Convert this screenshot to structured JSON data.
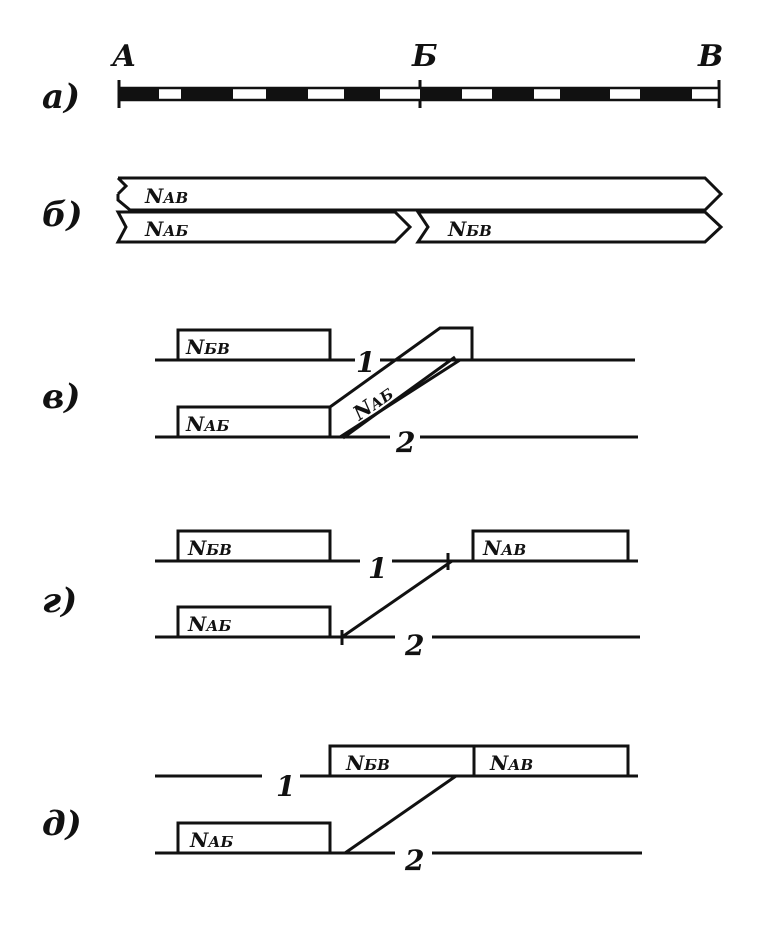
{
  "rows": {
    "a": "а)",
    "b": "б)",
    "v": "в)",
    "g": "г)",
    "d": "д)"
  },
  "points": {
    "A": "А",
    "B": "Б",
    "V": "В"
  },
  "labels": {
    "N_AV": "N",
    "N_AV_sub": "АВ",
    "N_AB": "N",
    "N_AB_sub": "АБ",
    "N_BV": "N",
    "N_BV_sub": "БВ"
  },
  "track_numbers": {
    "one": "1",
    "two": "2"
  }
}
